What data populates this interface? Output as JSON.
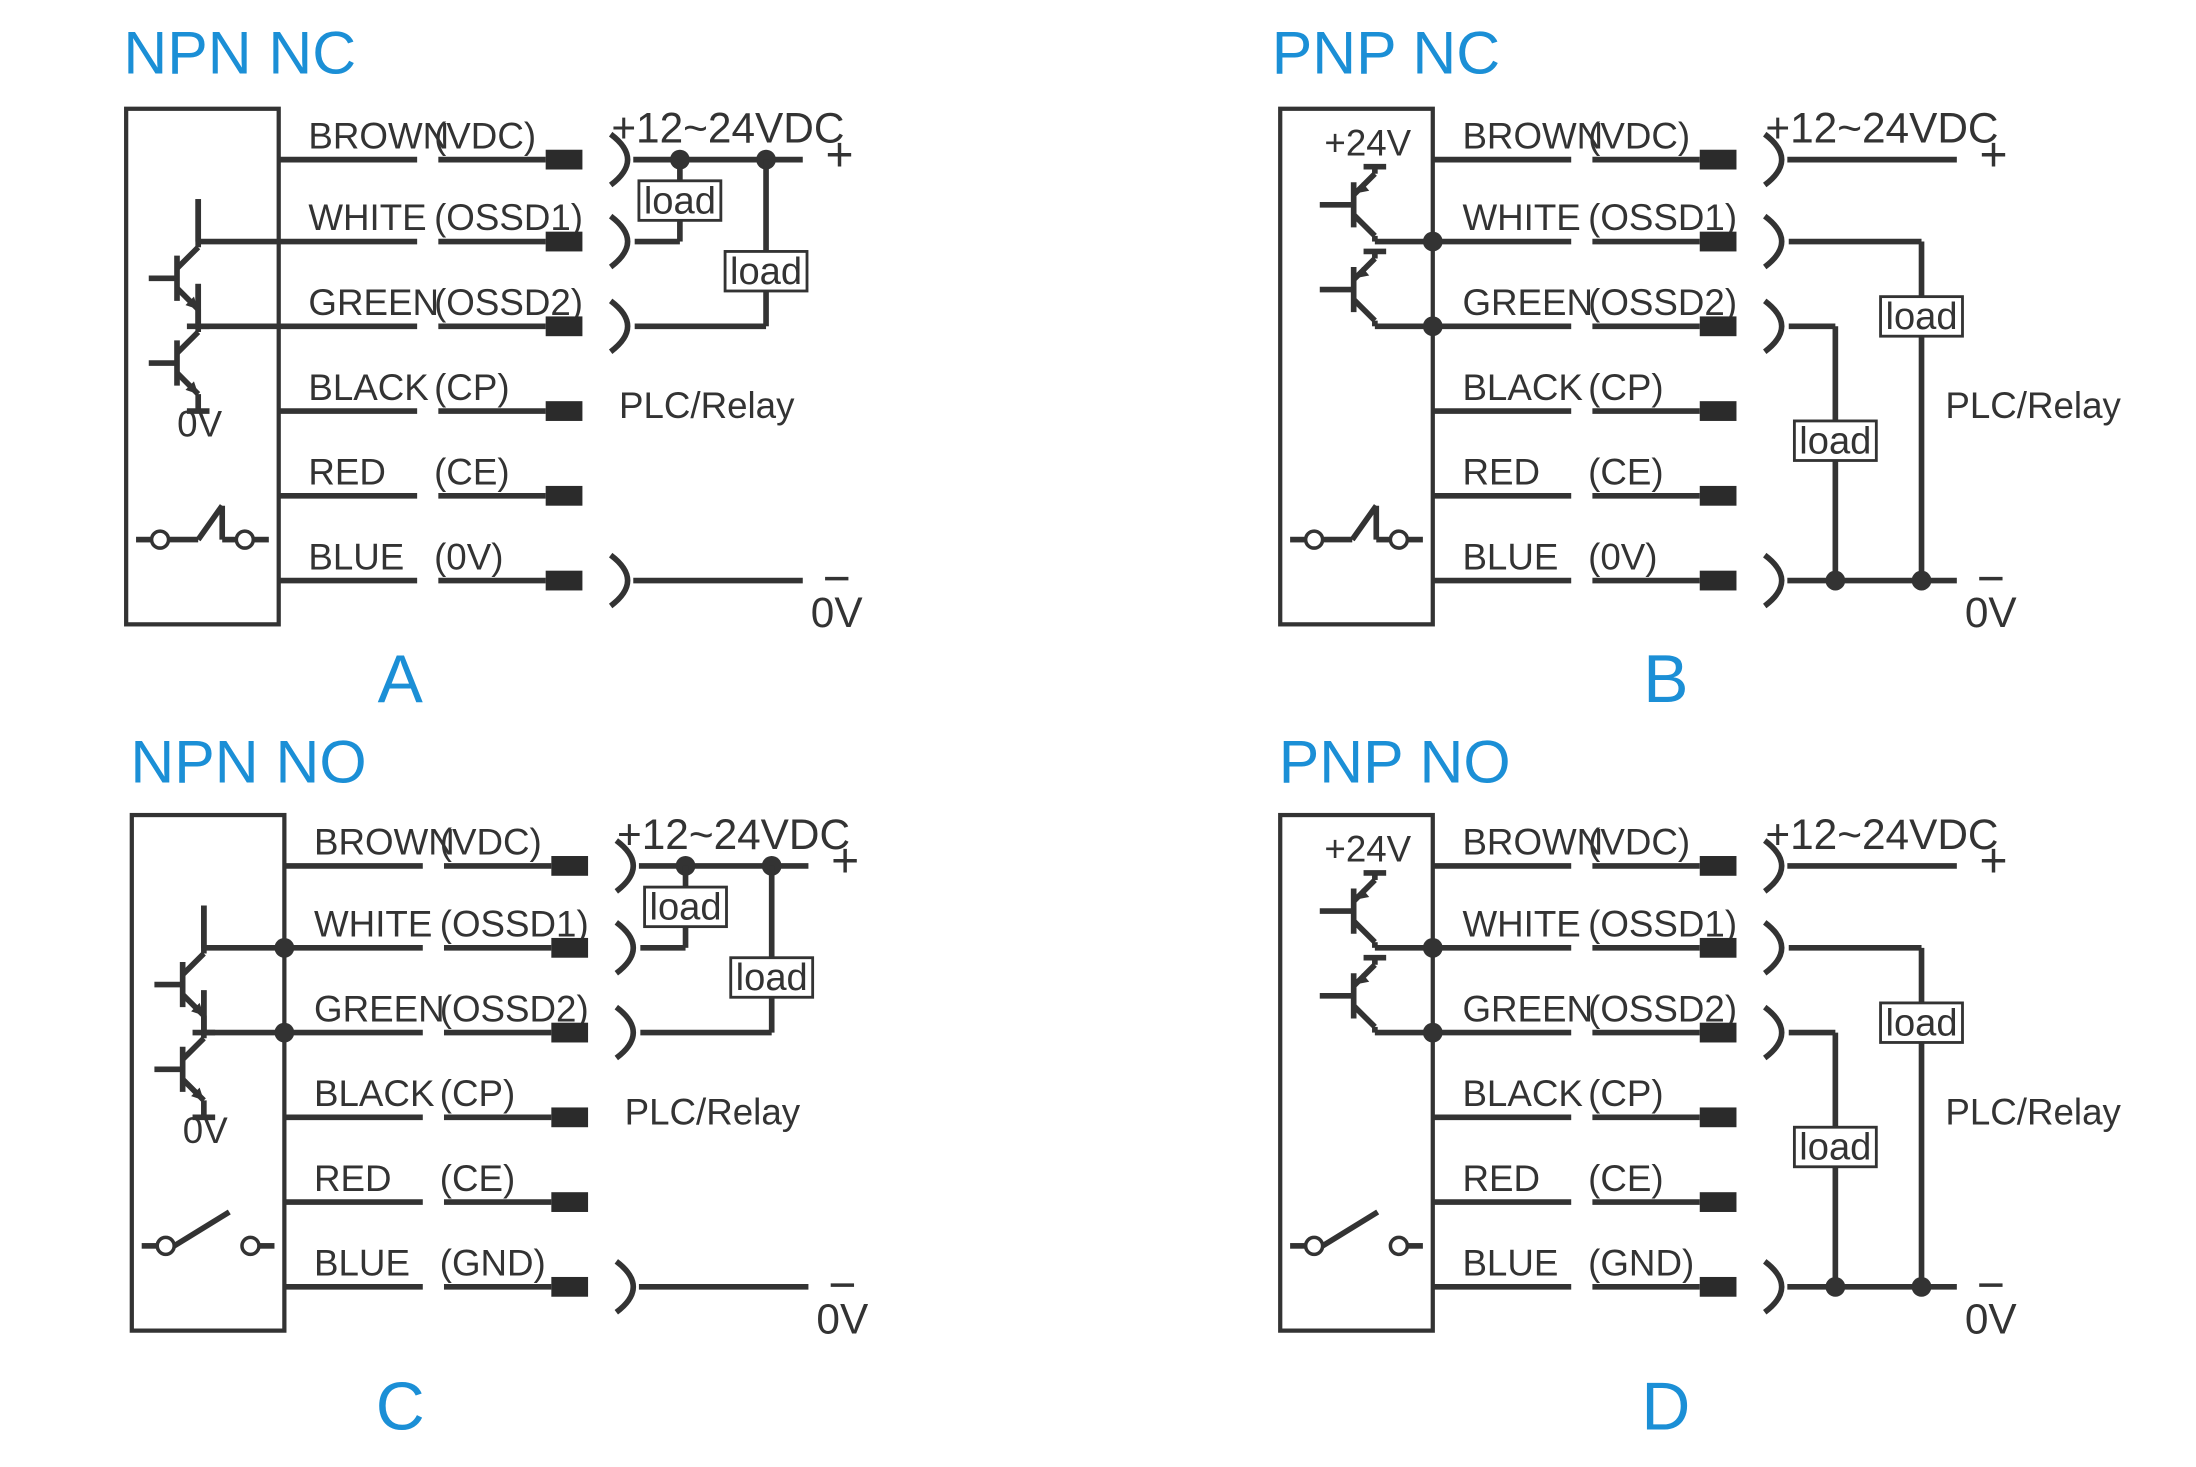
{
  "diagrams": [
    {
      "key": "A",
      "title": "NPN NC",
      "letter": "A",
      "type": "npn",
      "contact": "nc",
      "wires": [
        {
          "color": "BROWN",
          "code": "(VDC)"
        },
        {
          "color": "WHITE",
          "code": "(OSSD1)"
        },
        {
          "color": "GREEN",
          "code": "(OSSD2)"
        },
        {
          "color": "BLACK",
          "code": "(CP)"
        },
        {
          "color": "RED",
          "code": "(CE)"
        },
        {
          "color": "BLUE",
          "code": "(0V)"
        }
      ],
      "supply_label": "+12~24VDC",
      "plus_sign": "+",
      "minus_sign": "−",
      "ground_label": "0V",
      "plc_label": "PLC/Relay",
      "inner_label": "0V",
      "load_label": "load"
    },
    {
      "key": "B",
      "title": "PNP NC",
      "letter": "B",
      "type": "pnp",
      "contact": "nc",
      "wires": [
        {
          "color": "BROWN",
          "code": "(VDC)"
        },
        {
          "color": "WHITE",
          "code": "(OSSD1)"
        },
        {
          "color": "GREEN",
          "code": "(OSSD2)"
        },
        {
          "color": "BLACK",
          "code": "(CP)"
        },
        {
          "color": "RED",
          "code": "(CE)"
        },
        {
          "color": "BLUE",
          "code": "(0V)"
        }
      ],
      "supply_label": "+12~24VDC",
      "plus_sign": "+",
      "minus_sign": "−",
      "ground_label": "0V",
      "plc_label": "PLC/Relay",
      "inner_label": "+24V",
      "load_label": "load"
    },
    {
      "key": "C",
      "title": "NPN NO",
      "letter": "C",
      "type": "npn",
      "contact": "no",
      "wires": [
        {
          "color": "BROWN",
          "code": "(VDC)"
        },
        {
          "color": "WHITE",
          "code": "(OSSD1)"
        },
        {
          "color": "GREEN",
          "code": "(OSSD2)"
        },
        {
          "color": "BLACK",
          "code": "(CP)"
        },
        {
          "color": "RED",
          "code": "(CE)"
        },
        {
          "color": "BLUE",
          "code": "(GND)"
        }
      ],
      "supply_label": "+12~24VDC",
      "plus_sign": "+",
      "minus_sign": "−",
      "ground_label": "0V",
      "plc_label": "PLC/Relay",
      "inner_label": "0V",
      "load_label": "load"
    },
    {
      "key": "D",
      "title": "PNP NO",
      "letter": "D",
      "type": "pnp",
      "contact": "no",
      "wires": [
        {
          "color": "BROWN",
          "code": "(VDC)"
        },
        {
          "color": "WHITE",
          "code": "(OSSD1)"
        },
        {
          "color": "GREEN",
          "code": "(OSSD2)"
        },
        {
          "color": "BLACK",
          "code": "(CP)"
        },
        {
          "color": "RED",
          "code": "(CE)"
        },
        {
          "color": "BLUE",
          "code": "(GND)"
        }
      ],
      "supply_label": "+12~24VDC",
      "plus_sign": "+",
      "minus_sign": "−",
      "ground_label": "0V",
      "plc_label": "PLC/Relay",
      "inner_label": "+24V",
      "load_label": "load"
    }
  ],
  "colors": {
    "title": "#1b8fd6",
    "line": "#333333",
    "connector": "#2b2b2b",
    "background": "#ffffff"
  }
}
